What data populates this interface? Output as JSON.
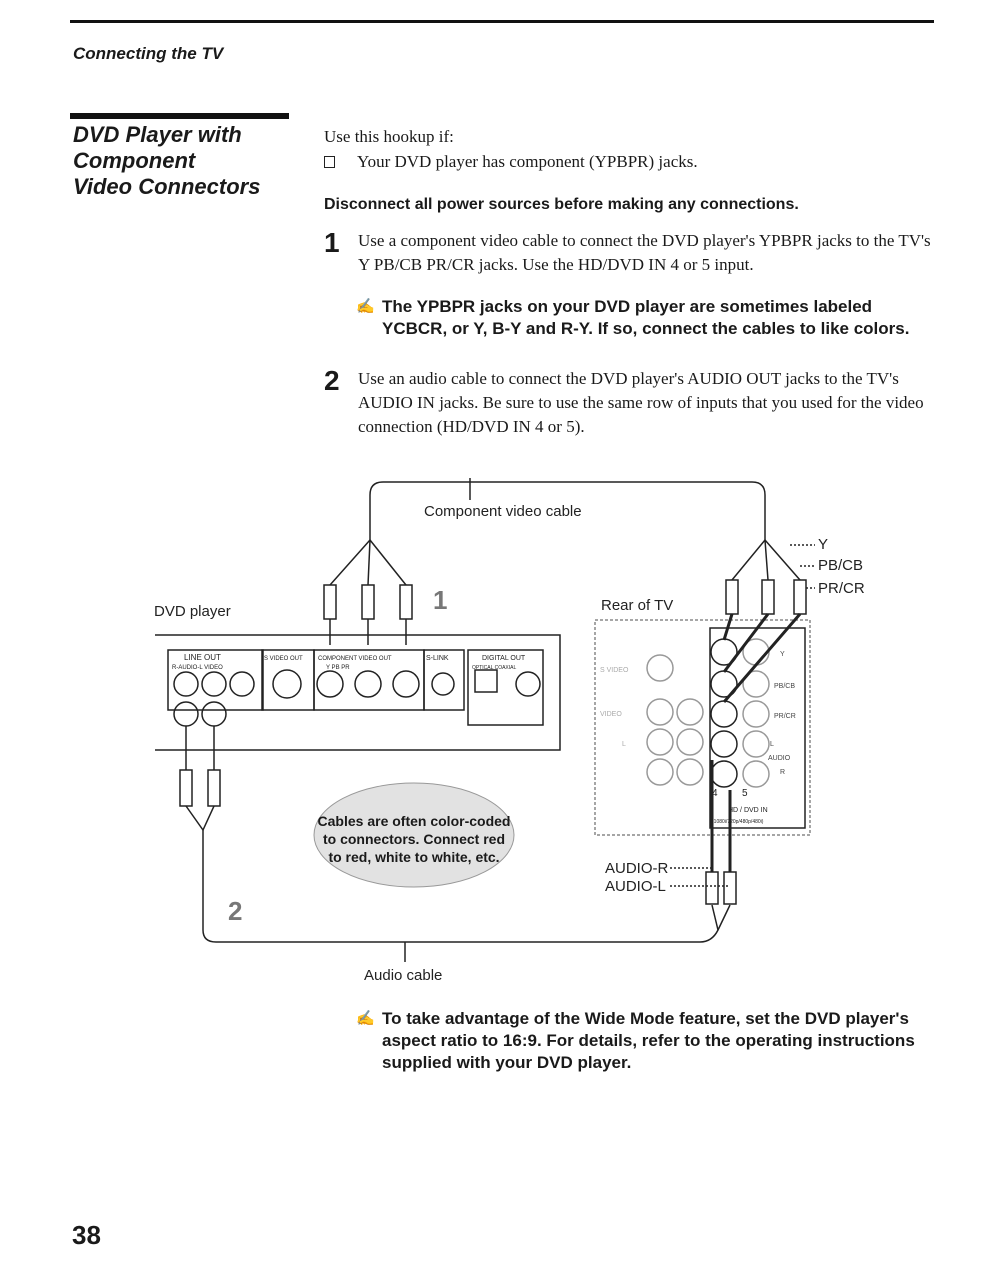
{
  "header": {
    "running_head": "Connecting the TV"
  },
  "section": {
    "title_lines": [
      "DVD Player with",
      "Component",
      "Video Connectors"
    ]
  },
  "intro": {
    "use_line": "Use this hookup if:",
    "bullet": "Your DVD player has component (YPBPR) jacks."
  },
  "warning": "Disconnect all power sources before making any connections.",
  "steps": [
    {
      "num": "1",
      "text": "Use a component video cable to connect the DVD player's YPBPR jacks to the TV's Y PB/CB PR/CR jacks. Use the HD/DVD IN 4 or 5 input."
    },
    {
      "num": "2",
      "text": "Use an audio cable to connect the DVD player's AUDIO OUT jacks to the TV's AUDIO IN jacks. Be sure to use the same row of inputs that you used for the video connection (HD/DVD IN 4 or 5)."
    }
  ],
  "notes": [
    "The YPBPR jacks on your DVD player are sometimes labeled YCBCR, or Y, B-Y and R-Y. If so, connect the cables to like colors.",
    "To take advantage of the Wide Mode feature, set the DVD player's aspect ratio to 16:9. For details, refer to the operating instructions supplied with your DVD player."
  ],
  "diagram": {
    "component_cable_label": "Component video cable",
    "dvd_player_label": "DVD player",
    "rear_tv_label": "Rear of TV",
    "y_label": "Y",
    "pb_label": "PB/CB",
    "pr_label": "PR/CR",
    "audio_r_label": "AUDIO-R",
    "audio_l_label": "AUDIO-L",
    "audio_cable_label": "Audio cable",
    "callout": "Cables are often color-coded to connectors. Connect red to red, white to white, etc.",
    "step1_marker": "1",
    "step2_marker": "2",
    "dvd_panel": {
      "line_out": "LINE OUT",
      "audio_video": "R-AUDIO-L VIDEO",
      "s_video_out": "S VIDEO OUT",
      "component_out": "COMPONENT VIDEO OUT",
      "component_sub": "Y PB PR",
      "s_link": "S-LINK",
      "digital_out": "DIGITAL OUT",
      "optical_coaxial": "OPTICAL COAXIAL"
    },
    "tv_panel": {
      "s_video": "S VIDEO",
      "video": "VIDEO",
      "audio_l": "L",
      "audio_word": "AUDIO",
      "audio_r": "R",
      "in_4": "4",
      "in_5": "5",
      "hd_dvd_in": "HD / DVD IN",
      "formats": "(1080i/720p/480p/480i)",
      "y": "Y",
      "pb": "PB/CB",
      "pr": "PR/CR"
    }
  },
  "page_number": "38"
}
